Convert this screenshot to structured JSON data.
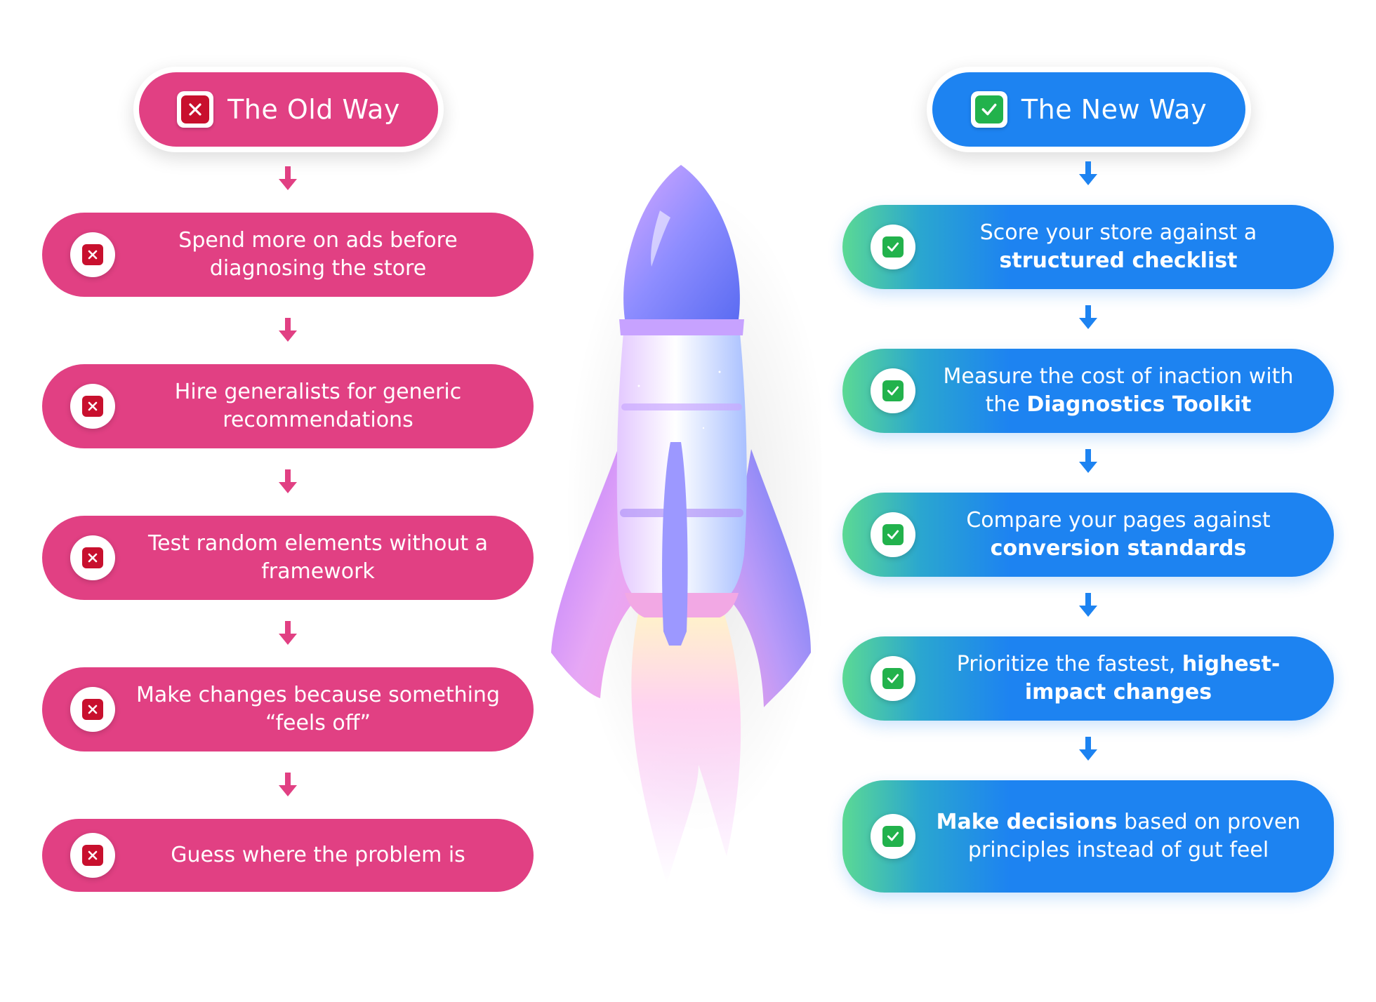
{
  "old_way": {
    "title": "The Old Way",
    "color": "#e14083",
    "items": [
      {
        "text": "Spend more on ads before diagnosing the store"
      },
      {
        "text": "Hire generalists for generic recommendations"
      },
      {
        "text": "Test random elements without a framework"
      },
      {
        "text": "Make changes because something “feels off”"
      },
      {
        "text": "Guess where the problem is"
      }
    ]
  },
  "new_way": {
    "title": "The New Way",
    "color": "#1d83f1",
    "items": [
      {
        "pre": "Score your store against a ",
        "bold": "structured checklist",
        "post": ""
      },
      {
        "pre": "Measure the cost of inaction with the ",
        "bold": "Diagnostics Toolkit",
        "post": ""
      },
      {
        "pre": "Compare your pages against ",
        "bold": "conversion standards",
        "post": ""
      },
      {
        "pre": "Prioritize the fastest, ",
        "bold": "highest-impact changes",
        "post": ""
      },
      {
        "pre": "",
        "bold": "Make decisions",
        "post": " based on proven principles instead of gut feel"
      }
    ]
  },
  "icons": {
    "old_header": "x-mark-icon",
    "new_header": "check-mark-icon",
    "arrow": "arrow-down-icon",
    "centerpiece": "rocket-illustration"
  }
}
